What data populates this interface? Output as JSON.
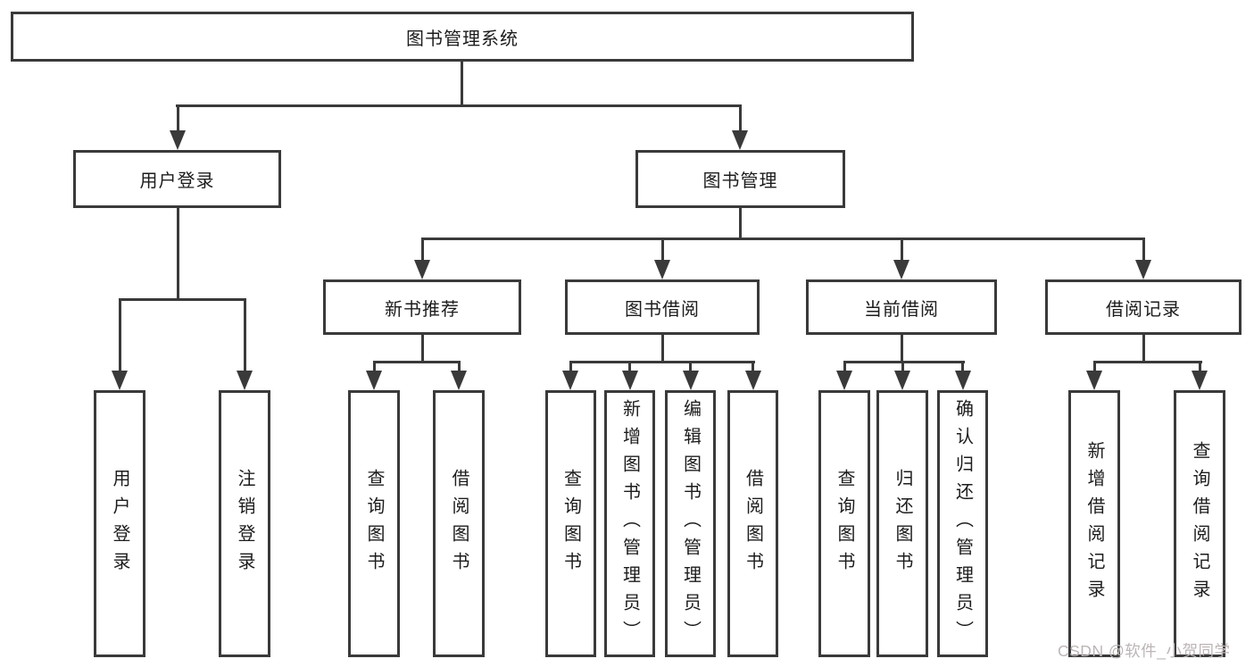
{
  "nodes": {
    "root": "图书管理系统",
    "user_login": "用户登录",
    "book_mgmt": "图书管理",
    "new_book_rec": "新书推荐",
    "book_borrow": "图书借阅",
    "current_borrow": "当前借阅",
    "borrow_records": "借阅记录",
    "leaf_user_login": "用户登录",
    "leaf_logout": "注销登录",
    "leaf_nb_query": "查询图书",
    "leaf_nb_borrow": "借阅图书",
    "leaf_bb_query": "查询图书",
    "leaf_bb_add": "新增图书（管理员）",
    "leaf_bb_edit": "编辑图书（管理员）",
    "leaf_bb_borrow": "借阅图书",
    "leaf_cb_query": "查询图书",
    "leaf_cb_return": "归还图书",
    "leaf_cb_confirm": "确认归还（管理员）",
    "leaf_br_add": "新增借阅记录",
    "leaf_br_query": "查询借阅记录"
  },
  "watermark": "CSDN @软件_小贺同学",
  "colors": {
    "line": "#3a3a3a",
    "text": "#1c1c1c",
    "watermark": "#bdb5b5",
    "background": "#ffffff"
  }
}
